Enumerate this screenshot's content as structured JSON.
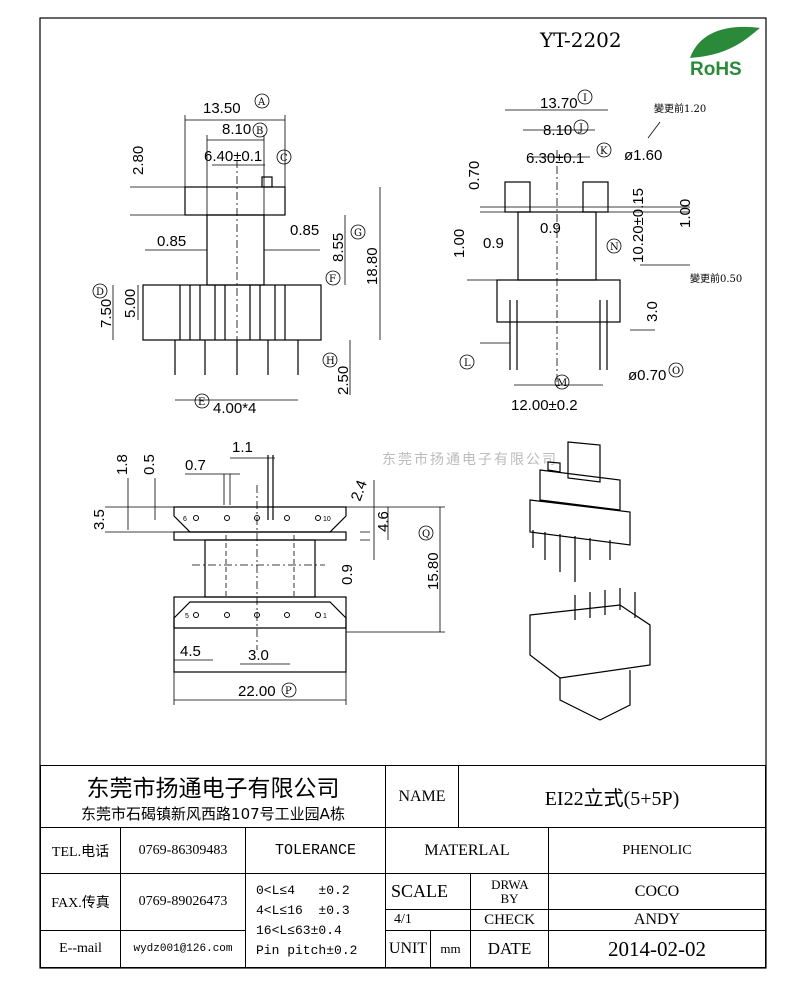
{
  "header": {
    "part_number": "YT-2202",
    "rohs_label": "RoHS"
  },
  "watermark": "东莞市扬通电子有限公司",
  "front_view": {
    "width_a": "13.50",
    "width_b": "8.10",
    "width_c": "6.40±0.1",
    "flange_h": "2.80",
    "gap_left": "0.85",
    "gap_right": "0.85",
    "height_f": "8.55",
    "height_g": "18.80",
    "base_d": "7.50",
    "base_e": "5.00",
    "pin_len_h": "2.50",
    "pitch": "4.00*4",
    "markers": {
      "a": "A",
      "b": "B",
      "c": "C",
      "d": "D",
      "e": "E",
      "f": "F",
      "g": "G",
      "h": "H"
    }
  },
  "side_view": {
    "width_i": "13.70",
    "width_j": "8.10",
    "width_k": "6.30±0.1",
    "pin_dia": "ø1.60",
    "note_top": "變更前1.20",
    "flange_h": "0.70",
    "step_left": "1.00",
    "gap_left": "0.9",
    "gap_mid": "0.9",
    "height_n": "10.20±0.15",
    "step_right": "1.00",
    "note_bottom": "變更前0.50",
    "base_h": "3.0",
    "pin_pitch_m": "12.00±0.2",
    "pin_dia_o": "ø0.70",
    "markers": {
      "i": "I",
      "j": "J",
      "k": "K",
      "l": "L",
      "m": "M",
      "n": "N",
      "o": "O"
    }
  },
  "bottom_view": {
    "d1": "1.8",
    "d2": "0.5",
    "d3": "0.7",
    "d4": "1.1",
    "d5": "2.4",
    "d6": "3.5",
    "d7": "4.6",
    "d8": "0.9",
    "d9": "15.80",
    "d10": "4.5",
    "d11": "3.0",
    "d12": "22.00",
    "pin_top_left": "6",
    "pin_top_right": "10",
    "pin_bot_left": "5",
    "pin_bot_right": "1",
    "markers": {
      "q": "Q",
      "p": "P"
    }
  },
  "title_block": {
    "company": "东莞市扬通电子有限公司",
    "address": "东莞市石碣镇新风西路107号工业园A栋",
    "name_label": "NAME",
    "name_value": "EI22立式(5+5P)",
    "tel_label": "TEL.电话",
    "tel_value": "0769-86309483",
    "fax_label": "FAX.传真",
    "fax_value": "0769-89026473",
    "email_label": "E--mail",
    "email_value": "wydz001@126.com",
    "tolerance_label": "TOLERANCE",
    "tolerances": [
      "0<L≤4   ±0.2",
      "4<L≤16  ±0.3",
      "16<L≤63±0.4",
      "Pin pitch±0.2"
    ],
    "material_label": "MATERLAL",
    "material_value": "PHENOLIC",
    "scale_label": "SCALE",
    "scale_value": "4/1",
    "drawn_label": "DRWA BY",
    "drawn_value": "COCO",
    "check_label": "CHECK",
    "check_value": "ANDY",
    "unit_label": "UNIT",
    "unit_value": "mm",
    "date_label": "DATE",
    "date_value": "2014-02-02"
  }
}
